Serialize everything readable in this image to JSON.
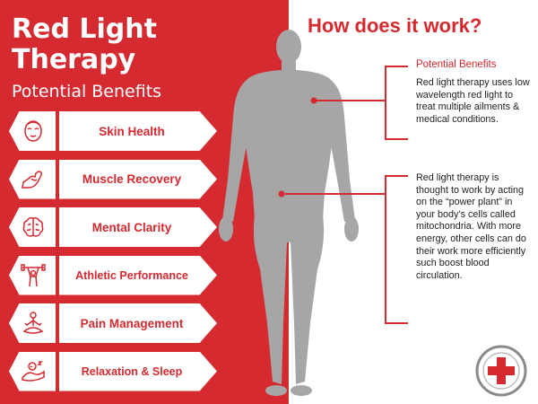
{
  "header": {
    "title_line1": "Red Light",
    "title_line2": "Therapy",
    "subtitle": "Potential Benefits"
  },
  "benefits": [
    {
      "label": "Skin Health",
      "icon": "face-icon"
    },
    {
      "label": "Muscle Recovery",
      "icon": "flexed-arm-icon"
    },
    {
      "label": "Mental Clarity",
      "icon": "brain-icon"
    },
    {
      "label": "Athletic Performance",
      "icon": "weightlifter-icon"
    },
    {
      "label": "Pain Management",
      "icon": "meditation-icon"
    },
    {
      "label": "Relaxation & Sleep",
      "icon": "sleeping-icon"
    }
  ],
  "right": {
    "title": "How does it work?",
    "callout1": {
      "heading": "Potential Benefits",
      "text": "Red light therapy uses low wavelength red light to treat multiple ailments & medical conditions."
    },
    "callout2": {
      "text": "Red light therapy is thought to work by acting on the “power plant” in your body’s cells called mitochondria. With more energy, other cells can do their work more efficiently such boost blood circulation."
    }
  },
  "colors": {
    "brand_red": "#d42a30",
    "figure_gray": "#a6a6a6",
    "text_dark": "#222222"
  }
}
